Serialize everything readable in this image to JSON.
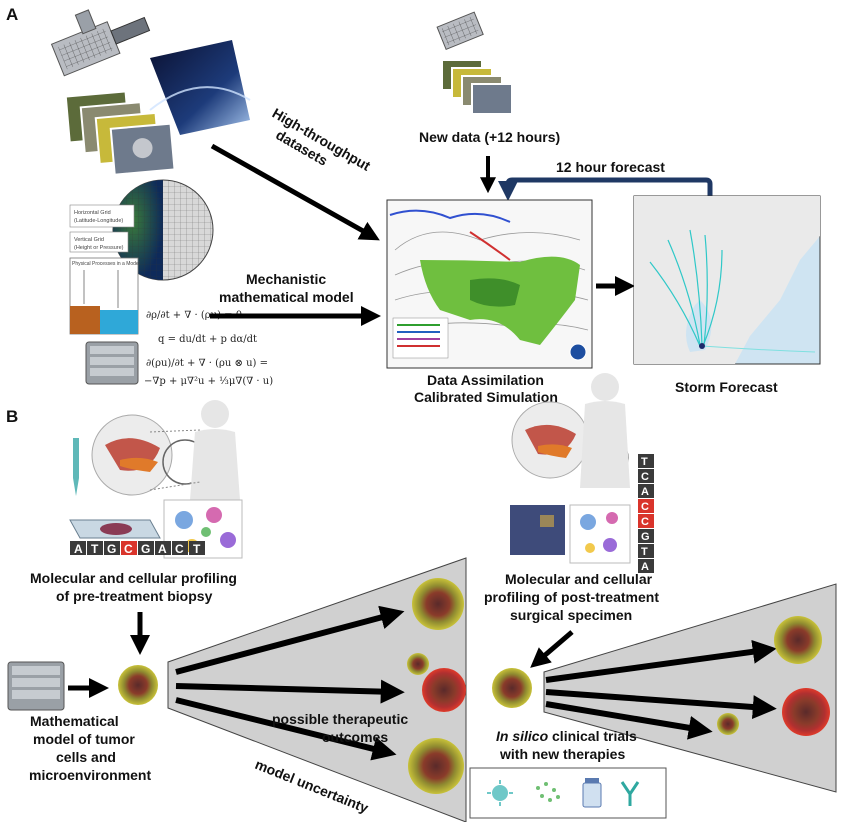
{
  "panel_a": {
    "label": "A",
    "high_throughput": [
      "High-throughput",
      "datasets"
    ],
    "new_data": "New data (+12 hours)",
    "forecast_loop": "12 hour forecast",
    "mechanistic": [
      "Mechanistic",
      "mathematical model"
    ],
    "assimilation": [
      "Data Assimilation",
      "Calibrated Simulation"
    ],
    "storm": "Storm Forecast",
    "equations": [
      "∂ρ/∂t + ∇ · (ρu) = 0",
      "q = du/dt + p dα/dt",
      "∂(ρu)/∂t + ∇ · (ρu ⊗ u) =",
      "−∇p + μ∇²u + ⅓μ∇(∇ · u)"
    ],
    "grid_notes": [
      "Horizontal Grid",
      "(Latitude-Longitude)",
      "Vertical Grid",
      "(Height or Pressure)",
      "Physical Processes in a Model"
    ]
  },
  "panel_b": {
    "label": "B",
    "sequence_left": [
      "A",
      "T",
      "G",
      "C",
      "G",
      "A",
      "C",
      "T"
    ],
    "sequence_right": [
      "A",
      "T",
      "G",
      "C",
      "C",
      "A",
      "C",
      "T"
    ],
    "pre_profiling": [
      "Molecular and cellular profiling",
      "of pre-treatment biopsy"
    ],
    "post_profiling": [
      "Molecular and cellular",
      "profiling of post-treatment",
      "surgical specimen"
    ],
    "math_model": [
      "Mathematical",
      "model of tumor",
      "cells and",
      "microenvironment"
    ],
    "outcomes": [
      "possible therapeutic",
      "outcomes"
    ],
    "uncertainty": "model uncertainty",
    "in_silico_em": "In silico",
    "in_silico_rest": " clinical trials",
    "in_silico_line2": "with new therapies"
  },
  "colors": {
    "arrow": "#000000",
    "loop_arrow": "#1f3864",
    "cone": "#d0d0d0",
    "map_green": "#6fbf3f",
    "storm_track": "#2fc8c8",
    "gene_highlight": "#d9342b"
  }
}
